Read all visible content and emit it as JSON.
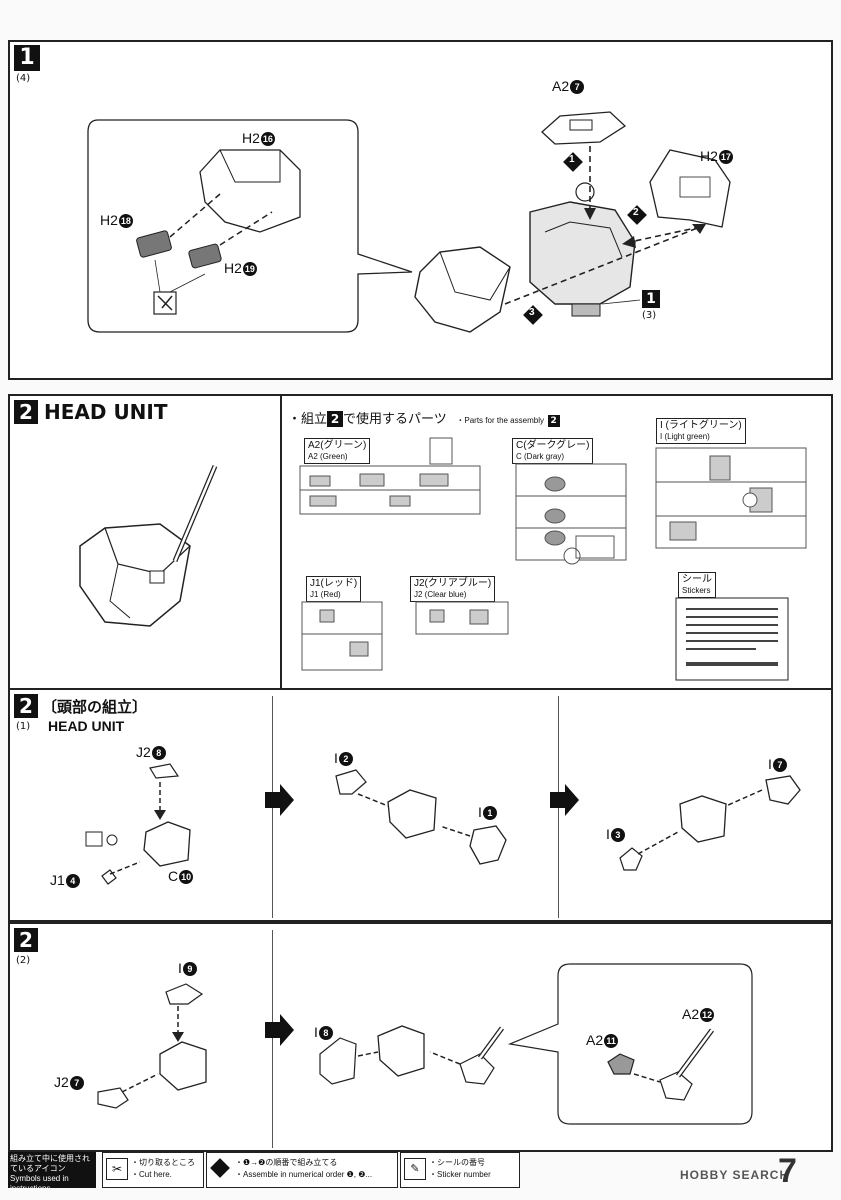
{
  "step1": {
    "num": "1",
    "sub": "(4)",
    "callout_labels": {
      "h2_16": "H2",
      "h2_16_n": "16",
      "h2_18": "H2",
      "h2_18_n": "18",
      "h2_19": "H2",
      "h2_19_n": "19"
    },
    "labels": {
      "a2_7": "A2",
      "a2_7_n": "7",
      "h2_17": "H2",
      "h2_17_n": "17"
    },
    "order": [
      "1",
      "2",
      "3"
    ],
    "ref_num": "1",
    "ref_sub": "(3)"
  },
  "step2_header": {
    "num": "2",
    "title": "HEAD UNIT",
    "parts_title_jp": "・組立",
    "parts_title_jp2": "で使用するパーツ",
    "parts_title_num": "2",
    "parts_title_en": "・Parts for the assembly",
    "parts_title_en_num": "2",
    "runners": {
      "a2_jp": "A2(グリーン)",
      "a2_en": "A2 (Green)",
      "c_jp": "C(ダークグレー)",
      "c_en": "C (Dark gray)",
      "i_jp": "I (ライトグリーン)",
      "i_en": "I (Light green)",
      "j1_jp": "J1(レッド)",
      "j1_en": "J1 (Red)",
      "j2_jp": "J2(クリアブルー)",
      "j2_en": "J2 (Clear blue)",
      "sticker_jp": "シール",
      "sticker_en": "Stickers"
    }
  },
  "step2_1": {
    "num": "2",
    "title_jp": "〔頭部の組立〕",
    "sub": "(1)",
    "title_en": "HEAD UNIT",
    "labels": {
      "j2_8": "J2",
      "j2_8_n": "8",
      "j1_4": "J1",
      "j1_4_n": "4",
      "c_10": "C",
      "c_10_n": "10",
      "i_2": "I",
      "i_2_n": "2",
      "i_1": "I",
      "i_1_n": "1",
      "i_7": "I",
      "i_7_n": "7",
      "i_3": "I",
      "i_3_n": "3"
    }
  },
  "step2_2": {
    "num": "2",
    "sub": "(2)",
    "labels": {
      "i_9": "I",
      "i_9_n": "9",
      "j2_7": "J2",
      "j2_7_n": "7",
      "i_8": "I",
      "i_8_n": "8",
      "a2_11": "A2",
      "a2_11_n": "11",
      "a2_12": "A2",
      "a2_12_n": "12"
    }
  },
  "footer": {
    "icons_jp": "組み立て中に使用されているアイコン",
    "icons_en": "Symbols used in instructions",
    "cut_jp": "・切り取るところ",
    "cut_en": "・Cut here.",
    "order_jp": "・❶→❷の順番で組み立てる",
    "order_en": "・Assemble in numerical order ❶, ❷...",
    "sticker_jp": "・シールの番号",
    "sticker_en": "・Sticker number",
    "watermark": "HOBBY SEARCH",
    "page_number": "7"
  },
  "colors": {
    "ink": "#111111",
    "paper": "#ffffff",
    "frame": "#222222"
  }
}
